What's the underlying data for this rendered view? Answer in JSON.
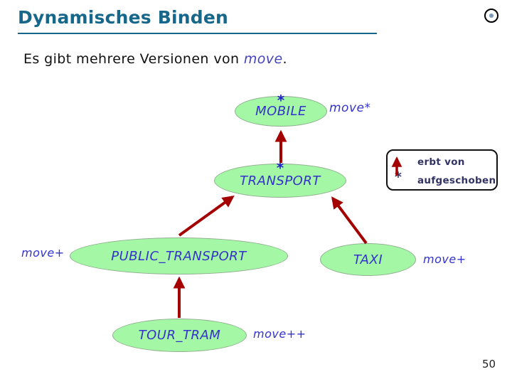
{
  "slide": {
    "title": "Dynamisches Binden",
    "page_number": "50"
  },
  "intro": {
    "before": "Es gibt mehrere Versionen von ",
    "keyword": "move",
    "after": "."
  },
  "diagram": {
    "nodes": {
      "mobile": {
        "label": "MOBILE",
        "star": "*"
      },
      "transport": {
        "label": "TRANSPORT",
        "star": "*"
      },
      "public_transport": {
        "label": "PUBLIC_TRANSPORT"
      },
      "taxi": {
        "label": "TAXI"
      },
      "tour_tram": {
        "label": "TOUR_TRAM"
      }
    },
    "annotations": {
      "mobile_feature": "move*",
      "public_transport_feature": "move+",
      "taxi_feature": "move+",
      "tour_tram_feature": "move++"
    }
  },
  "legend": {
    "inherits_label": "erbt von",
    "deferred_symbol": "*",
    "deferred_label": "aufgeschoben"
  },
  "colors": {
    "title_teal": "#17678A",
    "node_fill": "#A4F7A4",
    "node_border": "#8FAF8F",
    "label_blue": "#3333CC",
    "arrow_red": "#A50000",
    "legend_text": "#333366"
  }
}
